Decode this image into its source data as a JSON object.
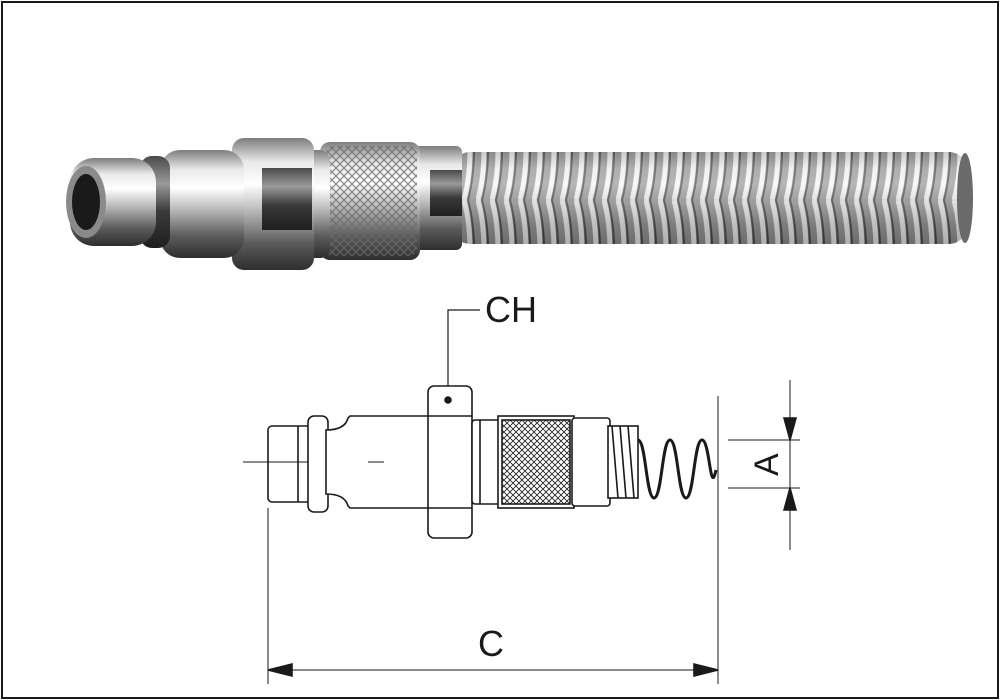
{
  "diagram": {
    "labels": {
      "ch": "CH",
      "a": "A",
      "c": "C"
    },
    "colors": {
      "frame": "#1a1a1a",
      "line": "#1a1a1a",
      "metal_light": "#f2f2f2",
      "metal_mid": "#b8b8b8",
      "metal_dark": "#3a3a3a",
      "background": "#ffffff"
    }
  }
}
